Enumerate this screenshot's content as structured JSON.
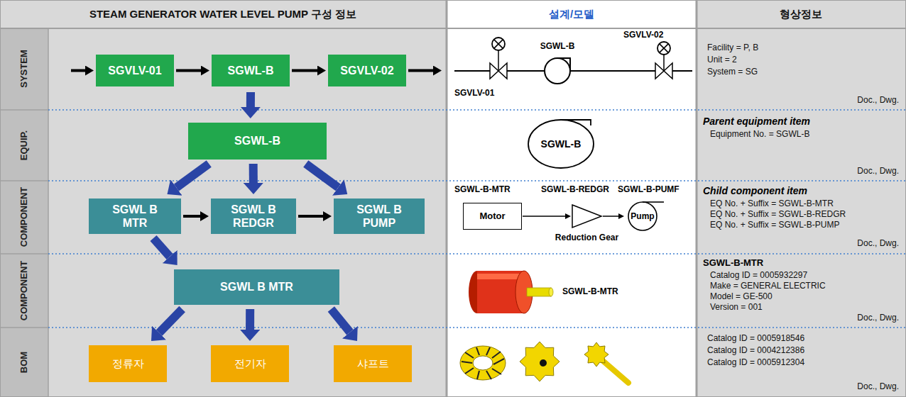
{
  "diagram": {
    "title": "STEAM GENERATOR WATER LEVEL PUMP 구성 정보",
    "nodes": [
      {
        "text": [
          "SGVLV-01"
        ]
      },
      {
        "text": [
          "SGWL-B"
        ]
      },
      {
        "text": [
          "SGVLV-02"
        ]
      },
      {
        "text": [
          "SGWL-B"
        ]
      },
      {
        "text": [
          "SGWL B MTR"
        ]
      },
      {
        "text": [
          "SGWL B REDGR"
        ]
      },
      {
        "text": [
          "SGWL B PUMP"
        ]
      },
      {
        "text": [
          "SGWL B MTR"
        ]
      },
      {
        "text": [
          "정류자"
        ]
      },
      {
        "text": [
          "전기자"
        ]
      },
      {
        "text": [
          "샤프트"
        ]
      },
      {
        "text": [
          "SGWL-B"
        ]
      },
      {
        "text": [
          "Motor"
        ]
      },
      {
        "text": [
          "Reduction Gear"
        ]
      },
      {
        "text": [
          "Pump"
        ]
      }
    ],
    "edges": [
      {
        "from": 0,
        "to": 1,
        "arrow": "to"
      },
      {
        "from": 1,
        "to": 2,
        "arrow": "to"
      },
      {
        "from": 1,
        "to": 3,
        "arrow": "to"
      },
      {
        "from": 3,
        "to": 4,
        "arrow": "to"
      },
      {
        "from": 3,
        "to": 5,
        "arrow": "to"
      },
      {
        "from": 3,
        "to": 6,
        "arrow": "to"
      },
      {
        "from": 4,
        "to": 5,
        "arrow": "to"
      },
      {
        "from": 5,
        "to": 6,
        "arrow": "to"
      },
      {
        "from": 4,
        "to": 7,
        "arrow": "to"
      },
      {
        "from": 7,
        "to": 8,
        "arrow": "to"
      },
      {
        "from": 7,
        "to": 9,
        "arrow": "to"
      },
      {
        "from": 7,
        "to": 10,
        "arrow": "to"
      },
      {
        "from": 12,
        "to": 13,
        "arrow": "to"
      },
      {
        "from": 13,
        "to": 14,
        "arrow": "to"
      }
    ],
    "labels": [
      "설계/모델",
      "형상정보",
      "SYSTEM",
      "EQUIP.",
      "COMPONENT",
      "COMPONENT",
      "BOM",
      "SGWL-B",
      "SGVLV-02",
      "SGVLV-01",
      "SGWL-B-MTR",
      "SGWL-B-REDGR",
      "SGWL-B-PUMF",
      "SGWL-B-MTR",
      "Facility = P, B",
      "Unit = 2",
      "System = SG",
      "Doc., Dwg.",
      "Parent equipment item",
      "Equipment No. = SGWL-B",
      "Doc., Dwg.",
      "Child component item",
      "EQ No. + Suffix = SGWL-B-MTR",
      "EQ No. + Suffix = SGWL-B-REDGR",
      "EQ No. + Suffix = SGWL-B-PUMP",
      "Doc., Dwg.",
      "SGWL-B-MTR",
      "Catalog ID = 0005932297",
      "Make = GENERAL ELECTRIC",
      "Model = GE-500",
      "Version = 001",
      "Doc., Dwg.",
      "Catalog ID = 0005918546",
      "Catalog ID = 0004212386",
      "Catalog ID = 0005912304",
      "Doc., Dwg."
    ]
  }
}
